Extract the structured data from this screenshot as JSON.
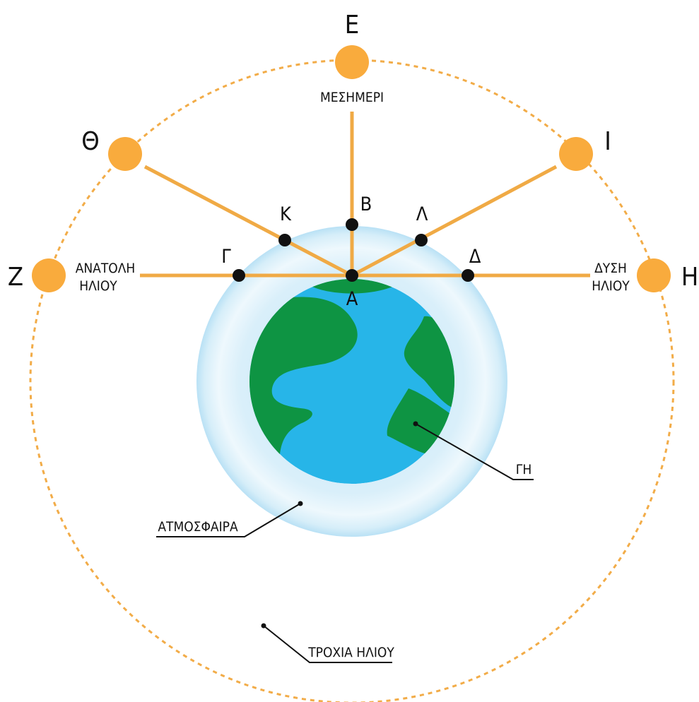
{
  "colors": {
    "sun": "#f9ab3d",
    "ray": "#f0aa45",
    "orbit": "#f2ac48",
    "ocean": "#27b5e8",
    "land": "#0e9443",
    "atmosphere": "#cfe9f7",
    "ink": "#111111"
  },
  "icons": {
    "sun": "sun-circle-icon",
    "point": "dot-icon"
  },
  "sun_positions": {
    "E": "Ε",
    "theta": "Θ",
    "iota": "Ι",
    "zeta": "Ζ",
    "eta": "Η"
  },
  "points": {
    "A": "Α",
    "B": "Β",
    "gamma": "Γ",
    "delta": "Δ",
    "kappa": "Κ",
    "lambda": "Λ"
  },
  "labels": {
    "noon": "ΜΕΣΗΜΕΡΙ",
    "sunrise_line1": "ΑΝΑΤΟΛΗ",
    "sunrise_line2": "ΗΛΙΟΥ",
    "sunset_line1": "ΔΥΣΗ",
    "sunset_line2": "ΗΛΙΟΥ",
    "earth": "ΓΗ",
    "atmosphere": "ΑΤΜΟΣΦΑΙΡΑ",
    "sun_orbit": "ΤΡΟΧΙΑ ΗΛΙΟΥ"
  }
}
